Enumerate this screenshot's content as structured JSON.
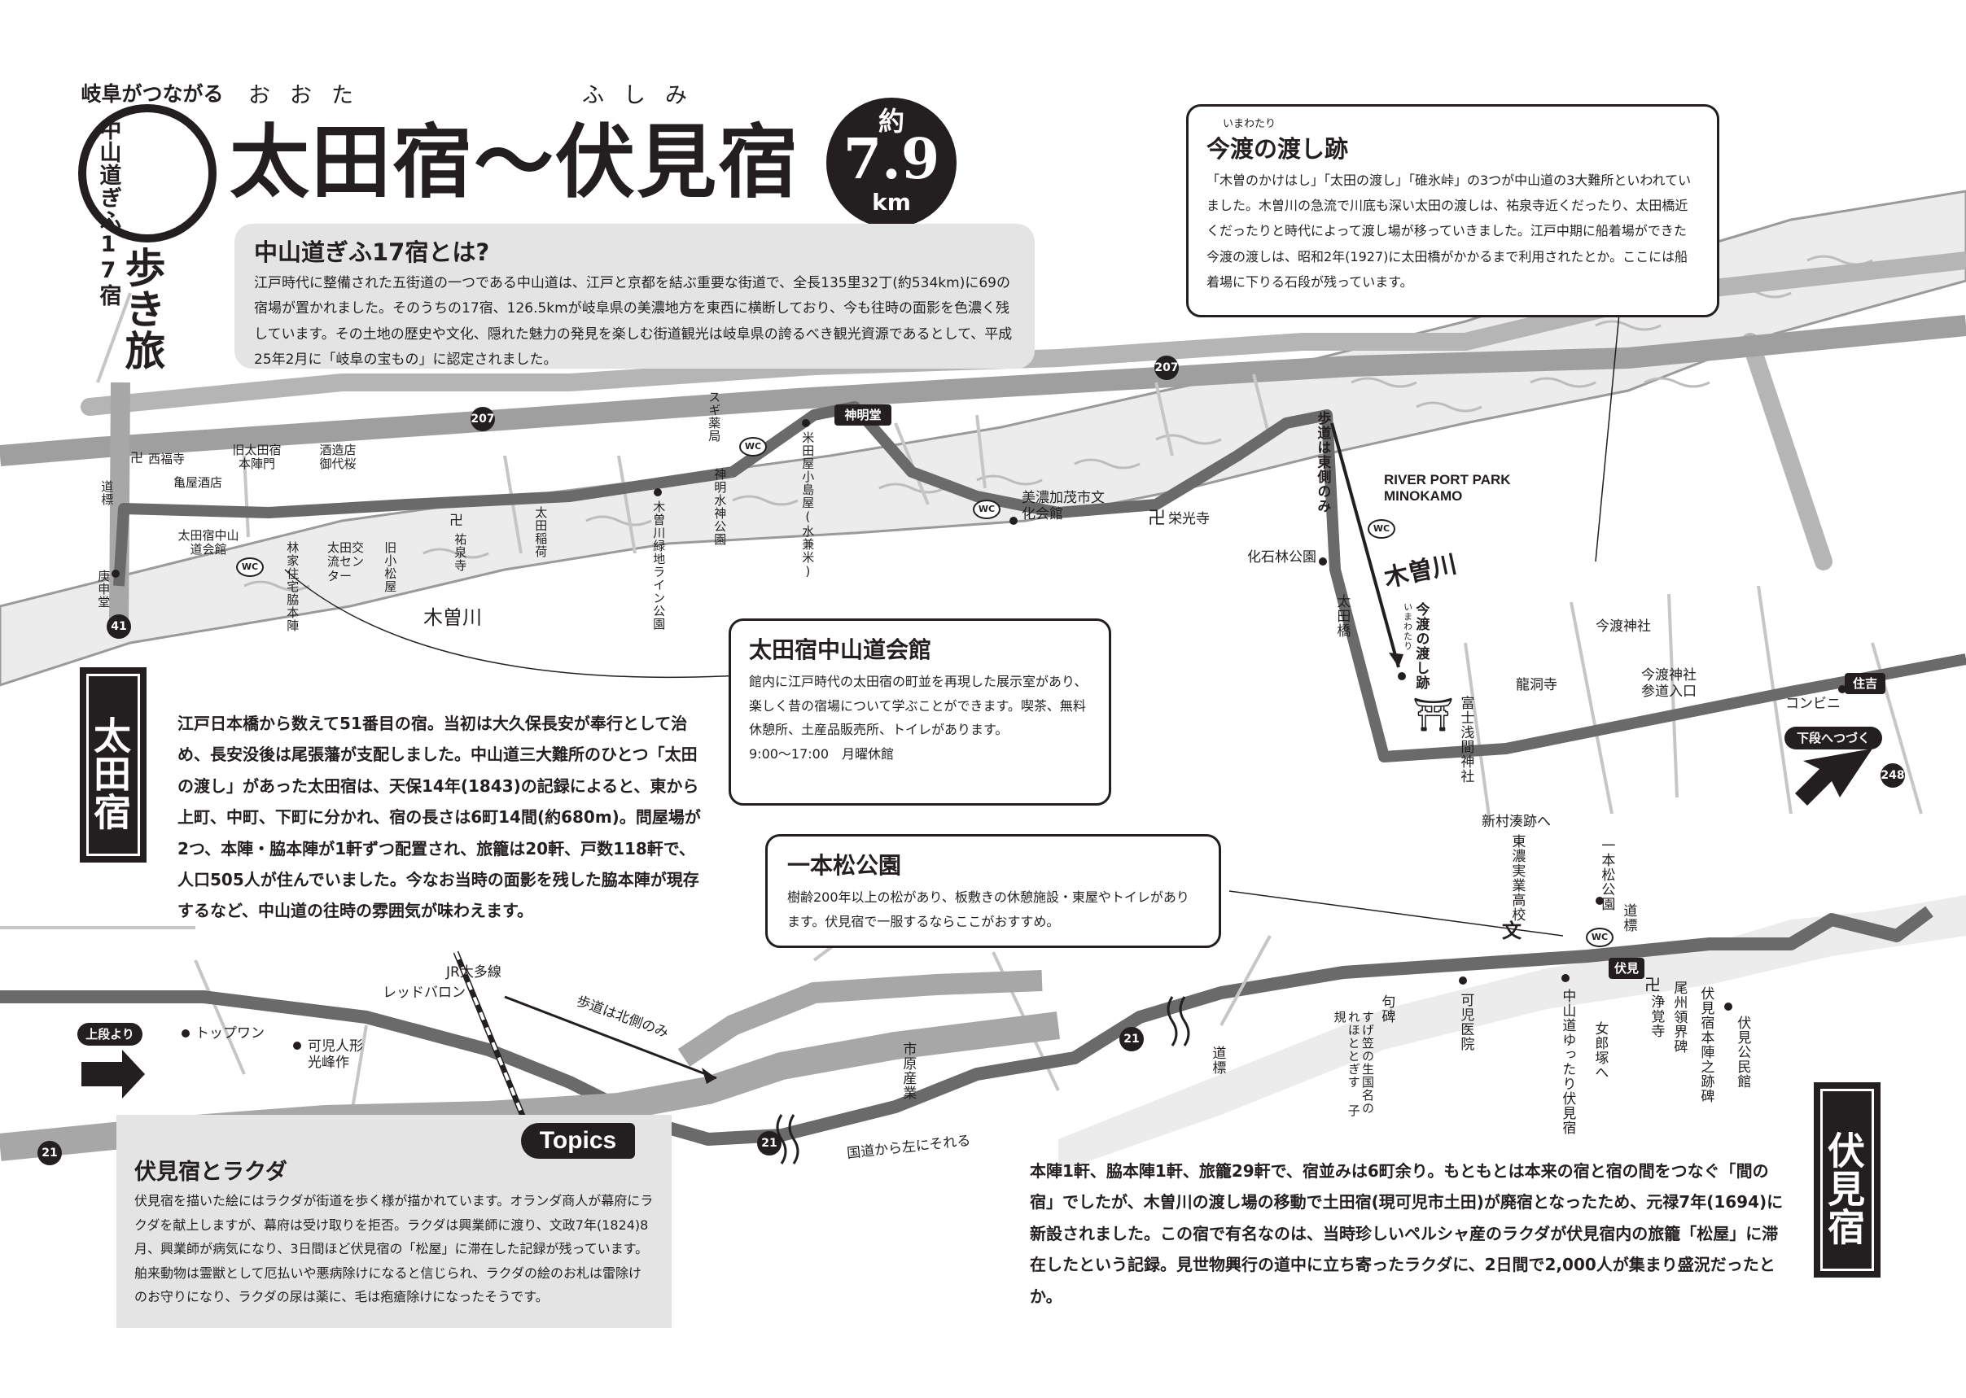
{
  "header": {
    "brand_top": "岐阜がつながる",
    "brand_vertical": "中山道ぎふ17宿",
    "brand_walk": "歩き旅",
    "title": "太田宿～伏見宿",
    "ruby_ota": "おおた",
    "ruby_fushimi": "ふしみ",
    "distance_prefix": "約",
    "distance_value": "7.9",
    "distance_unit": "km"
  },
  "intro": {
    "title": "中山道ぎふ17宿とは?",
    "body": "江戸時代に整備された五街道の一つである中山道は、江戸と京都を結ぶ重要な街道で、全長135里32丁(約534km)に69の宿場が置かれました。そのうちの17宿、126.5kmが岐阜県の美濃地方を東西に横断しており、今も往時の面影を色濃く残しています。その土地の歴史や文化、隠れた魅力の発見を楽しむ街道観光は岐阜県の誇るべき観光資源であるとして、平成25年2月に「岐阜の宝もの」に認定されました。"
  },
  "imawatari": {
    "ruby": "いまわたり",
    "title": "今渡の渡し跡",
    "body": "「木曽のかけはし」「太田の渡し」「碓氷峠」の3つが中山道の3大難所といわれていました。木曽川の急流で川底も深い太田の渡しは、祐泉寺近くだったり、太田橋近くだったりと時代によって渡し場が移っていきました。江戸中期に船着場ができた今渡の渡しは、昭和2年(1927)に太田橋がかかるまで利用されたとか。ここには船着場に下りる石段が残っています。"
  },
  "kaikan": {
    "title": "太田宿中山道会館",
    "body": "館内に江戸時代の太田宿の町並を再現した展示室があり、楽しく昔の宿場について学ぶことができます。喫茶、無料休憩所、土産品販売所、トイレがあります。",
    "hours": "9:00～17:00　月曜休館"
  },
  "ipponmatsu": {
    "title": "一本松公園",
    "body": "樹齢200年以上の松があり、板敷きの休憩施設・東屋やトイレがあります。伏見宿で一服するならここがおすすめ。"
  },
  "ota_section": {
    "label": "太田宿",
    "body": "江戸日本橋から数えて51番目の宿。当初は大久保長安が奉行として治め、長安没後は尾張藩が支配しました。中山道三大難所のひとつ「太田の渡し」があった太田宿は、天保14年(1843)の記録によると、東から上町、中町、下町に分かれ、宿の長さは6町14間(約680m)。問屋場が2つ、本陣・脇本陣が1軒ずつ配置され、旅籠は20軒、戸数118軒で、人口505人が住んでいました。今なお当時の面影を残した脇本陣が現存するなど、中山道の往時の雰囲気が味わえます。"
  },
  "fushimi_section": {
    "label": "伏見宿",
    "body": "本陣1軒、脇本陣1軒、旅籠29軒で、宿並みは6町余り。もともとは本来の宿と宿の間をつなぐ「間の宿」でしたが、木曽川の渡し場の移動で土田宿(現可児市土田)が廃宿となったため、元禄7年(1694)に新設されました。この宿で有名なのは、当時珍しいペルシャ産のラクダが伏見宿内の旅籠「松屋」に滞在したという記録。見世物興行の道中に立ち寄ったラクダに、2日間で2,000人が集まり盛況だったとか。"
  },
  "topics": {
    "tag": "Topics",
    "title": "伏見宿とラクダ",
    "body": "伏見宿を描いた絵にはラクダが街道を歩く様が描かれています。オランダ商人が幕府にラクダを献上しますが、幕府は受け取りを拒否。ラクダは興業師に渡り、文政7年(1824)8月、興業師が病気になり、3日間ほど伏見宿の「松屋」に滞在した記録が残っています。舶来動物は霊獣として厄払いや悪病除けになると信じられ、ラクダの絵のお札は雷除けのお守りになり、ラクダの尿は薬に、毛は疱瘡除けになったそうです。"
  },
  "nav": {
    "to_lower": "下段へつづく",
    "from_upper": "上段より"
  },
  "routes": {
    "r207a": "207",
    "r207b": "207",
    "r41": "41",
    "r248": "248",
    "r21a": "21",
    "r21b": "21",
    "r21c": "21"
  },
  "map_labels": {
    "shinmeido": "神明堂",
    "sumiyoshi": "住吉",
    "fushimi_signal": "伏見",
    "suya_drug": "スギ薬局",
    "yoneda": "米田屋小島屋(水兼米)",
    "shinmei_park": "神明水神公園",
    "kiso_green": "木曽川緑地ライン公園",
    "minokamo_hall": "美濃加茂市文化会館",
    "eikoji": "栄光寺",
    "river_port": "RIVER PORT PARK MINOKAMO",
    "kaseki_park": "化石林公園",
    "hodo_east": "歩道は東側のみ",
    "kisogawa_top": "木曽川",
    "kisogawa_mid": "木曽川",
    "ota_bridge": "太田橋",
    "imawatari_ruby": "いまわたり",
    "imawatari_site": "今渡の渡し跡",
    "ryudoji": "龍洞寺",
    "fuji_sengen": "富士浅間神社",
    "imawatari_jinja": "今渡神社",
    "imawatari_entrance": "今渡神社参道入口",
    "conbini": "コンビニ",
    "saihoji": "西福寺",
    "kameya": "亀屋酒店",
    "honjin_gate": "旧太田宿本陣門",
    "sake_shop": "酒造店御代桜",
    "dohyo_top": "道標",
    "ota_kaikan": "太田宿中山道会館",
    "wakihonjin": "林家住宅脇本陣",
    "kominkan": "太田交流センター",
    "komatsuya": "旧小松屋",
    "yusenji": "祐泉寺",
    "ota_inari": "太田稲荷",
    "koshindo": "庚申堂",
    "jr_taita": "JR太多線",
    "red_baron": "レッドバロン",
    "topone": "トップワン",
    "kani_doll": "可児人形光峰作",
    "hodo_north": "歩道は北側のみ",
    "ichihara": "市原産業",
    "kokudo_left": "国道から左にそれる",
    "dohyo_mid": "道標",
    "kuhi": "句碑",
    "kuhi_text": "すげ笠の生国名のれほととぎす 子規",
    "kani_hospital": "可児医院",
    "yuttari": "中山道ゆったり伏見宿",
    "onnarozaka": "女郎塚へ",
    "shinmura": "新村湊跡へ",
    "tono_hs": "東濃実業高校",
    "ipponmatsu_park": "一本松公園",
    "dohyo_bot": "道標",
    "jokakuji": "浄覚寺",
    "owari_boundary": "尾州領界碑",
    "fushimi_honjin": "伏見宿本陣之跡碑",
    "fushimi_kominkan": "伏見公民館"
  },
  "icons": {
    "temple": "卍",
    "shrine": "⛩",
    "school": "文",
    "toilet": "WC"
  }
}
